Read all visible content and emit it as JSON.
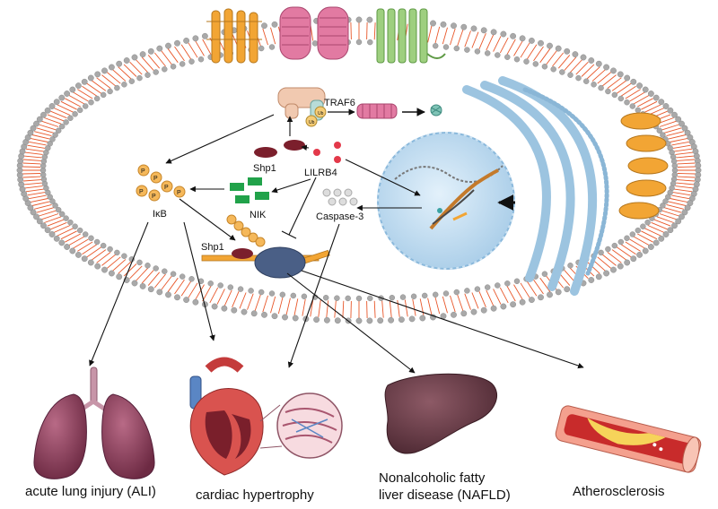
{
  "labels": {
    "traf6": "TRAF6",
    "shp1_top": "Shp1",
    "lilrb4": "LILRB4",
    "ikb": "IκB",
    "nik": "NIK",
    "caspase3": "Caspase-3",
    "shp1_bottom": "Shp1",
    "ub": "Ub",
    "p": "P"
  },
  "diseases": {
    "ali": "acute lung injury (ALI)",
    "cardiac": "cardiac hypertrophy",
    "nafld_line1": "Nonalcoholic fatty",
    "nafld_line2": "liver disease (NAFLD)",
    "atherosclerosis": "Atherosclerosis"
  },
  "colors": {
    "lipid_head": "#a9a9a9",
    "lipid_tail": "#e8572a",
    "receptor_orange": "#f2a534",
    "receptor_pink": "#e27aa2",
    "receptor_green": "#9ecf7f",
    "nucleus": "#bcd9ee",
    "er": "#9cc4e0",
    "nik_green": "#21a24a",
    "shp1_maroon": "#7b1f2c",
    "phospho_gold": "#f5b85a",
    "lung": "#8e3f5c",
    "liver": "#6e3f4b"
  }
}
